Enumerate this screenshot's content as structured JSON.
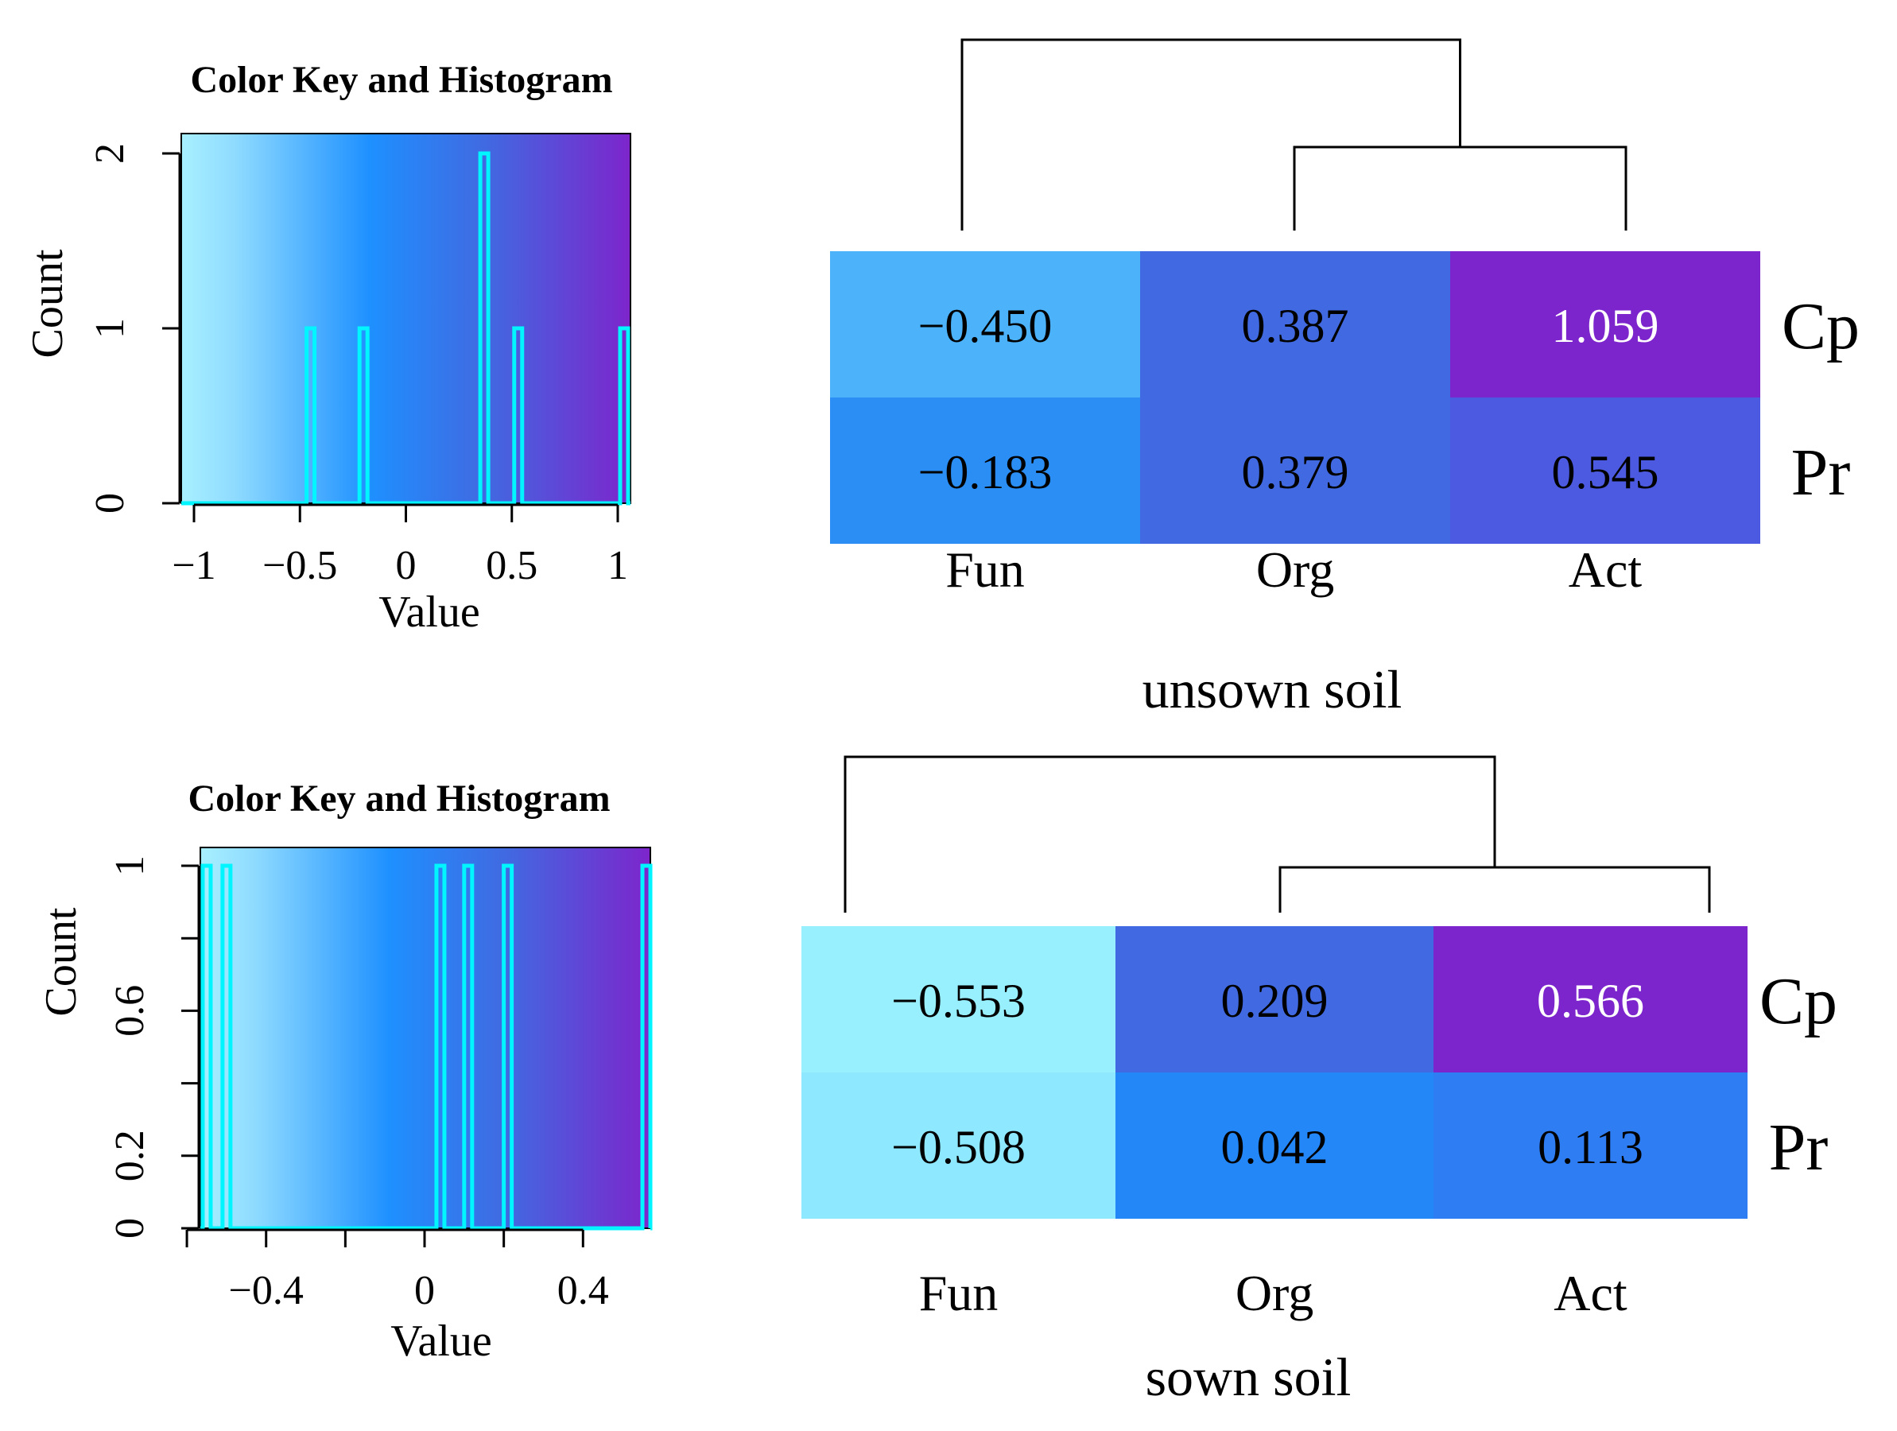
{
  "chart_data": [
    {
      "type": "heatmap",
      "subtitle": "unsown soil",
      "columns": [
        "Fun",
        "Org",
        "Act"
      ],
      "rows": [
        "Cp",
        "Pr"
      ],
      "values": [
        [
          -0.45,
          0.387,
          1.059
        ],
        [
          -0.183,
          0.379,
          0.545
        ]
      ],
      "cell_labels": [
        [
          "−0.450",
          "0.387",
          "1.059"
        ],
        [
          "−0.183",
          "0.379",
          "0.545"
        ]
      ],
      "cell_colors": [
        [
          "#4CB3FA",
          "#4169E1",
          "#7D25CC"
        ],
        [
          "#2A8EF5",
          "#4169E1",
          "#4B5AE0"
        ]
      ],
      "cell_text_colors": [
        [
          "#000000",
          "#000000",
          "#ffffff"
        ],
        [
          "#000000",
          "#000000",
          "#000000"
        ]
      ],
      "dendrogram": "columns: (Fun, (Org, Act))",
      "color_key": {
        "title": "Color Key and Histogram",
        "xlabel": "Value",
        "ylabel": "Count",
        "x_ticks": [
          "−1",
          "−0.5",
          "0",
          "0.5",
          "1"
        ],
        "x_tick_values": [
          -1,
          -0.5,
          0,
          0.5,
          1
        ],
        "y_ticks": [
          "0",
          "1",
          "2"
        ],
        "y_tick_values": [
          0,
          1,
          2
        ],
        "xlim": [
          -1.06,
          1.06
        ],
        "ylim": [
          0,
          2
        ],
        "histogram": [
          {
            "x": -0.45,
            "count": 1
          },
          {
            "x": -0.2,
            "count": 1
          },
          {
            "x": 0.37,
            "count": 2
          },
          {
            "x": 0.53,
            "count": 1
          },
          {
            "x": 1.03,
            "count": 1
          }
        ],
        "gradient": [
          "#A8F0FF",
          "#8FDBFF",
          "#1E90FF",
          "#4169E1",
          "#7D25CC"
        ]
      }
    },
    {
      "type": "heatmap",
      "subtitle": "sown soil",
      "columns": [
        "Fun",
        "Org",
        "Act"
      ],
      "rows": [
        "Cp",
        "Pr"
      ],
      "values": [
        [
          -0.553,
          0.209,
          0.566
        ],
        [
          -0.508,
          0.042,
          0.113
        ]
      ],
      "cell_labels": [
        [
          "−0.553",
          "0.209",
          "0.566"
        ],
        [
          "−0.508",
          "0.042",
          "0.113"
        ]
      ],
      "cell_colors": [
        [
          "#98F0FF",
          "#4169E1",
          "#7D25CC"
        ],
        [
          "#8EE8FF",
          "#2487F8",
          "#2E7DF2"
        ]
      ],
      "cell_text_colors": [
        [
          "#000000",
          "#000000",
          "#ffffff"
        ],
        [
          "#000000",
          "#000000",
          "#000000"
        ]
      ],
      "dendrogram": "columns: (Fun, (Org, Act))",
      "color_key": {
        "title": "Color Key and Histogram",
        "xlabel": "Value",
        "ylabel": "Count",
        "x_ticks": [
          "−0.4",
          "0",
          "0.4"
        ],
        "x_tick_values": [
          -0.4,
          0,
          0.4
        ],
        "x_minor_ticks": [
          -0.6,
          -0.2,
          0.2
        ],
        "y_ticks": [
          "0",
          "0.2",
          "0.6",
          "1"
        ],
        "y_tick_values": [
          0,
          0.2,
          0.6,
          1
        ],
        "y_minor_ticks": [
          0.4,
          0.8
        ],
        "xlim": [
          -0.566,
          0.57
        ],
        "ylim": [
          0,
          1
        ],
        "histogram": [
          {
            "x": -0.55,
            "count": 1
          },
          {
            "x": -0.5,
            "count": 1
          },
          {
            "x": 0.04,
            "count": 1
          },
          {
            "x": 0.11,
            "count": 1
          },
          {
            "x": 0.21,
            "count": 1
          },
          {
            "x": 0.56,
            "count": 1
          }
        ],
        "gradient": [
          "#A8F0FF",
          "#8FDBFF",
          "#1E90FF",
          "#4169E1",
          "#7D25CC"
        ]
      }
    }
  ]
}
